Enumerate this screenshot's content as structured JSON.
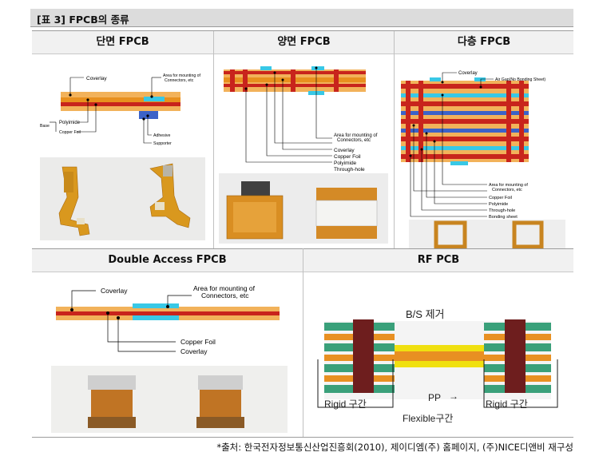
{
  "title": "[표 3] FPCB의 종류",
  "source": "*출처: 한국전자정보통신산업진흥회(2010), 제이디엠(주) 홈페이지, (주)NICE디앤비 재구성",
  "panels": {
    "single": {
      "heading": "단면 FPCB",
      "labels": {
        "coverlay": "Coverlay",
        "area": "Area for mounting of",
        "area2": "Connectors, etc",
        "polyimide": "Polyimide",
        "base": "Base",
        "copper": "Copper Foil",
        "adhesive": "Adhesive",
        "supporter": "Supporter"
      }
    },
    "double": {
      "heading": "양면 FPCB",
      "labels": {
        "area": "Area for mounting of",
        "area2": "Connectors, etc",
        "coverlay": "Coverlay",
        "copper": "Copper Foil",
        "polyimide": "Polyimide",
        "through": "Through-hole"
      }
    },
    "multi": {
      "heading": "다층 FPCB",
      "labels": {
        "coverlay": "Coverlay",
        "airgap": "Air Gap(No Bonding Sheet)",
        "area": "Area for mounting of",
        "area2": "Connectors, etc",
        "copper": "Copper Foil",
        "polyimide": "Polyimide",
        "through": "Through-hole",
        "bonding": "Bonding sheet"
      }
    },
    "access": {
      "heading": "Double Access FPCB",
      "labels": {
        "coverlay": "Coverlay",
        "area": "Area for mounting of",
        "area2": "Connectors, etc",
        "copper": "Copper Foil",
        "coverlay2": "Coverlay"
      }
    },
    "rf": {
      "heading": "RF PCB",
      "labels": {
        "bs": "B/S 제거",
        "pp": "PP",
        "rigid_left": "Rigid 구간",
        "rigid_right": "Rigid 구간",
        "flexible": "Flexible구간"
      }
    }
  },
  "colors": {
    "coverlay": "#f2b25a",
    "copper": "#c8241c",
    "polyimide": "#e8901e",
    "connector": "#38c8e6",
    "supporter": "#3c62c8",
    "rf_green": "#3aa07a",
    "rf_yellow": "#f0e010",
    "rf_maroon": "#6e1e1e"
  }
}
